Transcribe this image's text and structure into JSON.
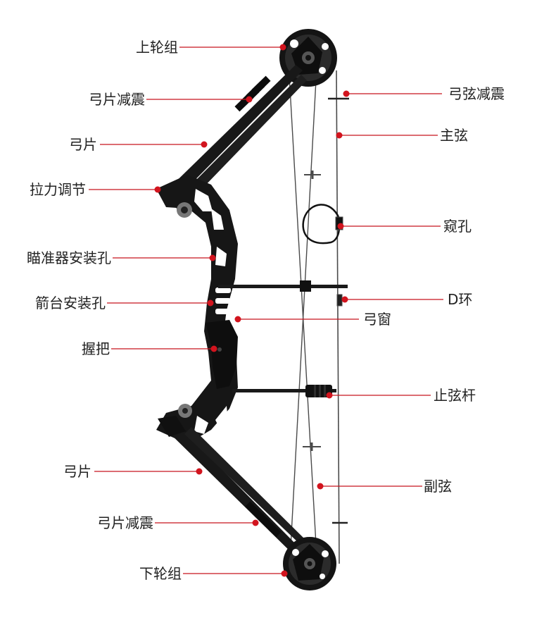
{
  "figure": {
    "subject": "compound-bow",
    "colors": {
      "leader_line": "#c8141e",
      "leader_dot": "#d2141e",
      "bow_body": "#151515",
      "bow_highlight": "#3a3a3a",
      "string": "#4a4a4a",
      "label_text": "#222222",
      "background": "#ffffff"
    }
  },
  "labels": {
    "upper_cam": "上轮组",
    "limb_damper_upper": "弓片减震",
    "limb_upper": "弓片",
    "draw_weight_adjust": "拉力调节",
    "sight_mount": "瞄准器安装孔",
    "rest_mount": "箭台安装孔",
    "grip": "握把",
    "limb_lower": "弓片",
    "limb_damper_lower": "弓片减震",
    "lower_cam": "下轮组",
    "string_suppressor": "弓弦减震",
    "main_string": "主弦",
    "peep_sight": "窥孔",
    "d_loop": "D环",
    "arrow_shelf_window": "弓窗",
    "string_stop_rod": "止弦杆",
    "cables": "副弦"
  }
}
